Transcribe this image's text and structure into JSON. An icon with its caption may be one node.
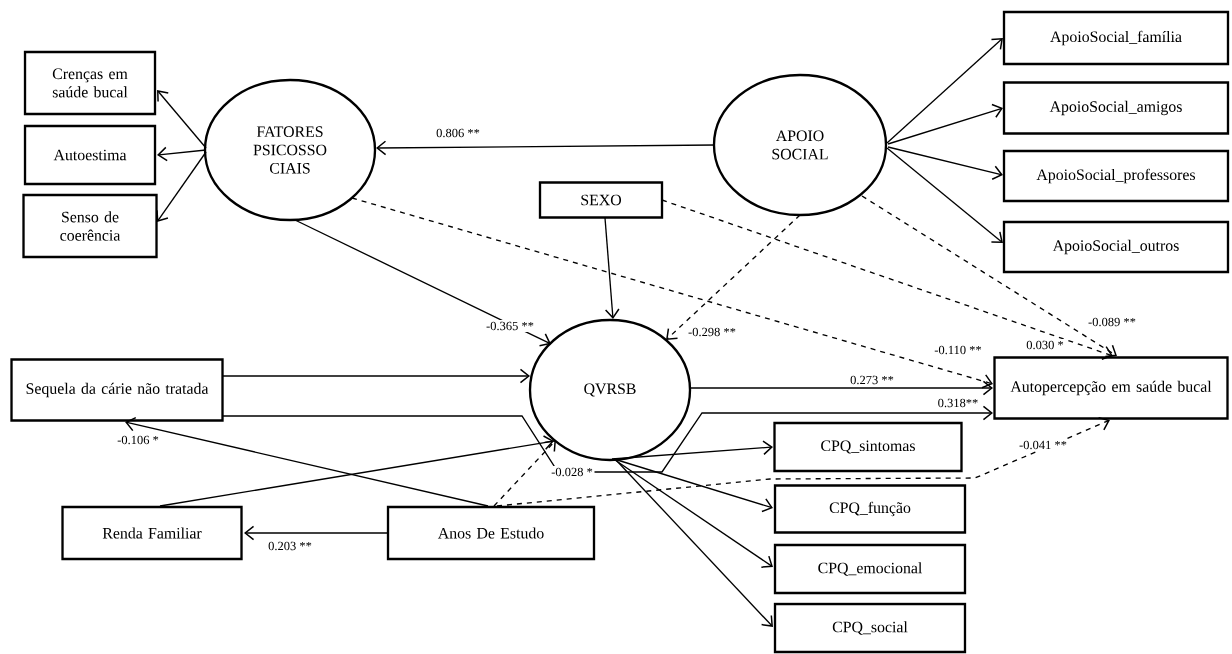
{
  "diagram": {
    "nodes": [
      {
        "text": [
          "Crenças em saúde bucal"
        ]
      },
      {
        "text": [
          "Autoestima"
        ]
      },
      {
        "text": [
          "Senso de coerência"
        ]
      },
      {
        "text": [
          "FATORES PSICOSSO CIAIS"
        ]
      },
      {
        "text": [
          "APOIO SOCIAL"
        ]
      },
      {
        "text": [
          "ApoioSocial_família"
        ]
      },
      {
        "text": [
          "ApoioSocial_amigos"
        ]
      },
      {
        "text": [
          "ApoioSocial_professores"
        ]
      },
      {
        "text": [
          "ApoioSocial_outros"
        ]
      },
      {
        "text": [
          "SEXO"
        ]
      },
      {
        "text": [
          "QVRSB"
        ]
      },
      {
        "text": [
          "Sequela da cárie não tratada"
        ]
      },
      {
        "text": [
          "Autopercepção em saúde bucal"
        ]
      },
      {
        "text": [
          "CPQ_sintomas"
        ]
      },
      {
        "text": [
          "CPQ_função"
        ]
      },
      {
        "text": [
          "CPQ_emocional"
        ]
      },
      {
        "text": [
          "CPQ_social"
        ]
      },
      {
        "text": [
          "Renda Familiar"
        ]
      },
      {
        "text": [
          "Anos  De Estudo"
        ]
      }
    ],
    "edges": [
      {
        "from": 3,
        "to": 0,
        "arrow": "to"
      },
      {
        "from": 3,
        "to": 1,
        "arrow": "to"
      },
      {
        "from": 3,
        "to": 2,
        "arrow": "to"
      },
      {
        "from": 4,
        "to": 3,
        "arrow": "to",
        "label": "0.806 **"
      },
      {
        "from": 4,
        "to": 5,
        "arrow": "to"
      },
      {
        "from": 4,
        "to": 6,
        "arrow": "to"
      },
      {
        "from": 4,
        "to": 7,
        "arrow": "to"
      },
      {
        "from": 4,
        "to": 8,
        "arrow": "to"
      },
      {
        "from": 3,
        "to": 10,
        "arrow": "to",
        "label": "-0.365 **"
      },
      {
        "from": 3,
        "to": 12,
        "arrow": "to",
        "label": "-0.110 **",
        "style": "dashed"
      },
      {
        "from": 9,
        "to": 10,
        "arrow": "to"
      },
      {
        "from": 9,
        "to": 12,
        "arrow": "to",
        "label": "0.030 *",
        "style": "dashed"
      },
      {
        "from": 4,
        "to": 10,
        "arrow": "to",
        "label": "-0.298 **",
        "style": "dashed"
      },
      {
        "from": 4,
        "to": 12,
        "arrow": "to",
        "label": "-0.089 **",
        "style": "dashed"
      },
      {
        "from": 11,
        "to": 10,
        "arrow": "to"
      },
      {
        "from": 10,
        "to": 12,
        "arrow": "to",
        "label": "0.273 **"
      },
      {
        "from": 11,
        "to": 12,
        "arrow": "to",
        "label": "0.318**"
      },
      {
        "from": 10,
        "to": 13,
        "arrow": "to"
      },
      {
        "from": 10,
        "to": 14,
        "arrow": "to"
      },
      {
        "from": 10,
        "to": 15,
        "arrow": "to"
      },
      {
        "from": 10,
        "to": 16,
        "arrow": "to"
      },
      {
        "from": 18,
        "to": 11,
        "arrow": "to",
        "label": "-0.106 *"
      },
      {
        "from": 17,
        "to": 10,
        "arrow": "to"
      },
      {
        "from": 18,
        "to": 10,
        "arrow": "to",
        "label": "-0.028 *",
        "style": "dashed"
      },
      {
        "from": 18,
        "to": 12,
        "arrow": "to",
        "label": "-0.041 **",
        "style": "dashed"
      },
      {
        "from": 18,
        "to": 17,
        "arrow": "to",
        "label": "0.203 **"
      }
    ]
  }
}
